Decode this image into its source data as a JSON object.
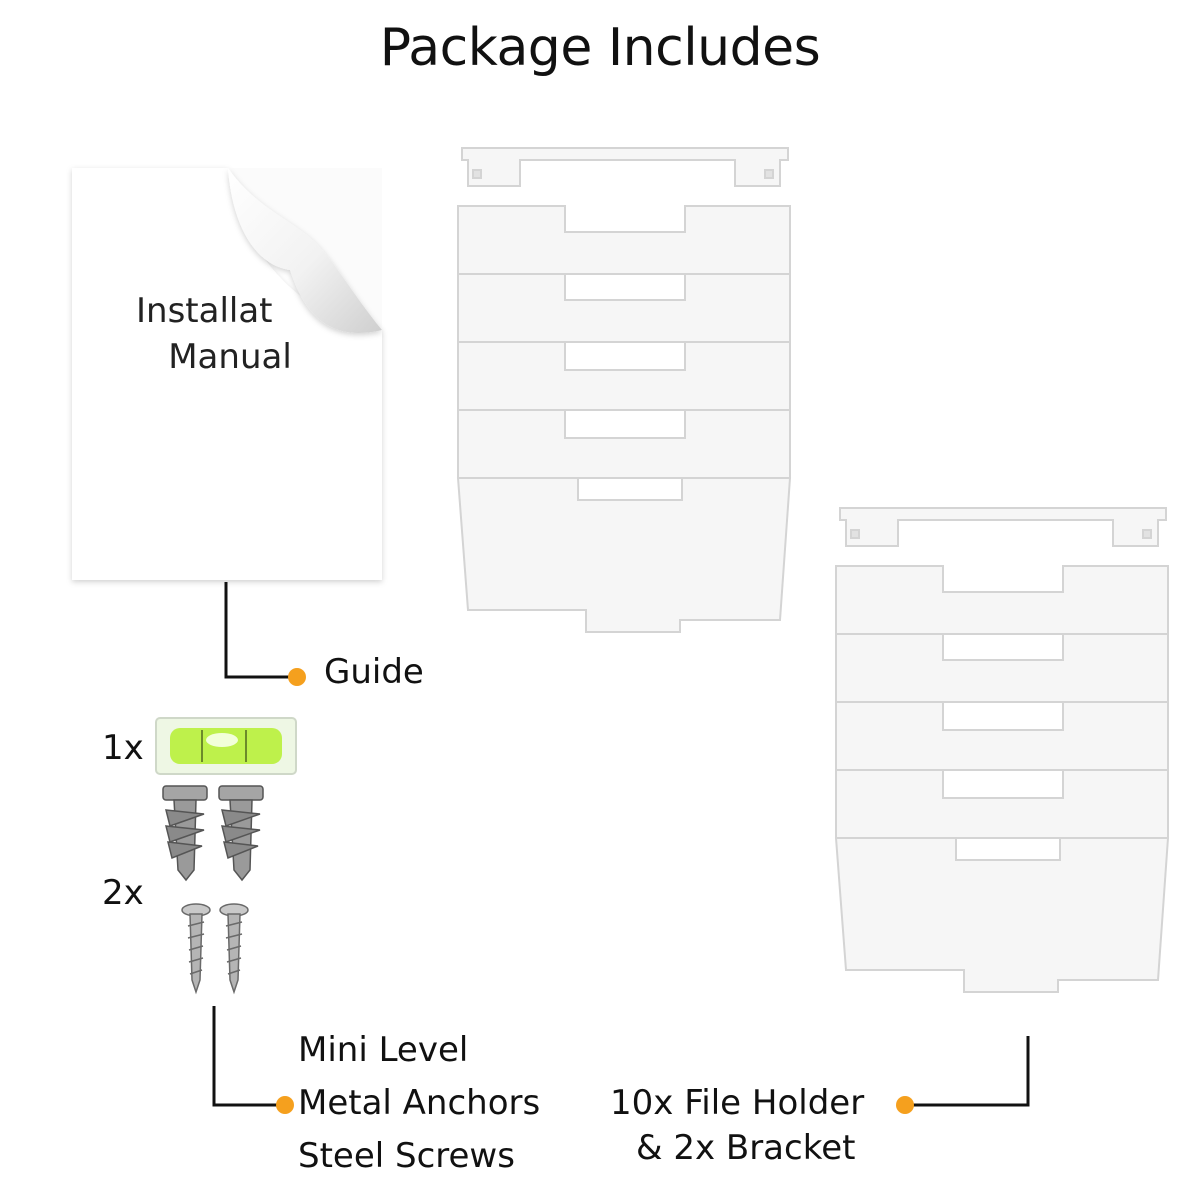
{
  "title": "Package Includes",
  "manual": {
    "line1": "Installat",
    "line2": "Manual"
  },
  "labels": {
    "guide": "Guide",
    "level_qty": "1x",
    "hardware_qty": "2x",
    "mini_level": "Mini Level",
    "metal_anchors": "Metal Anchors",
    "steel_screws": "Steel Screws",
    "file_holder": "10x File Holder",
    "bracket": "& 2x Bracket"
  },
  "colors": {
    "accent_dot": "#f5a01e",
    "line": "#111111",
    "level_liquid": "#b8f03a"
  },
  "icons": [
    "manual-icon",
    "file-holder-icon",
    "bracket-icon",
    "mini-level-icon",
    "anchor-icon",
    "screw-icon"
  ]
}
